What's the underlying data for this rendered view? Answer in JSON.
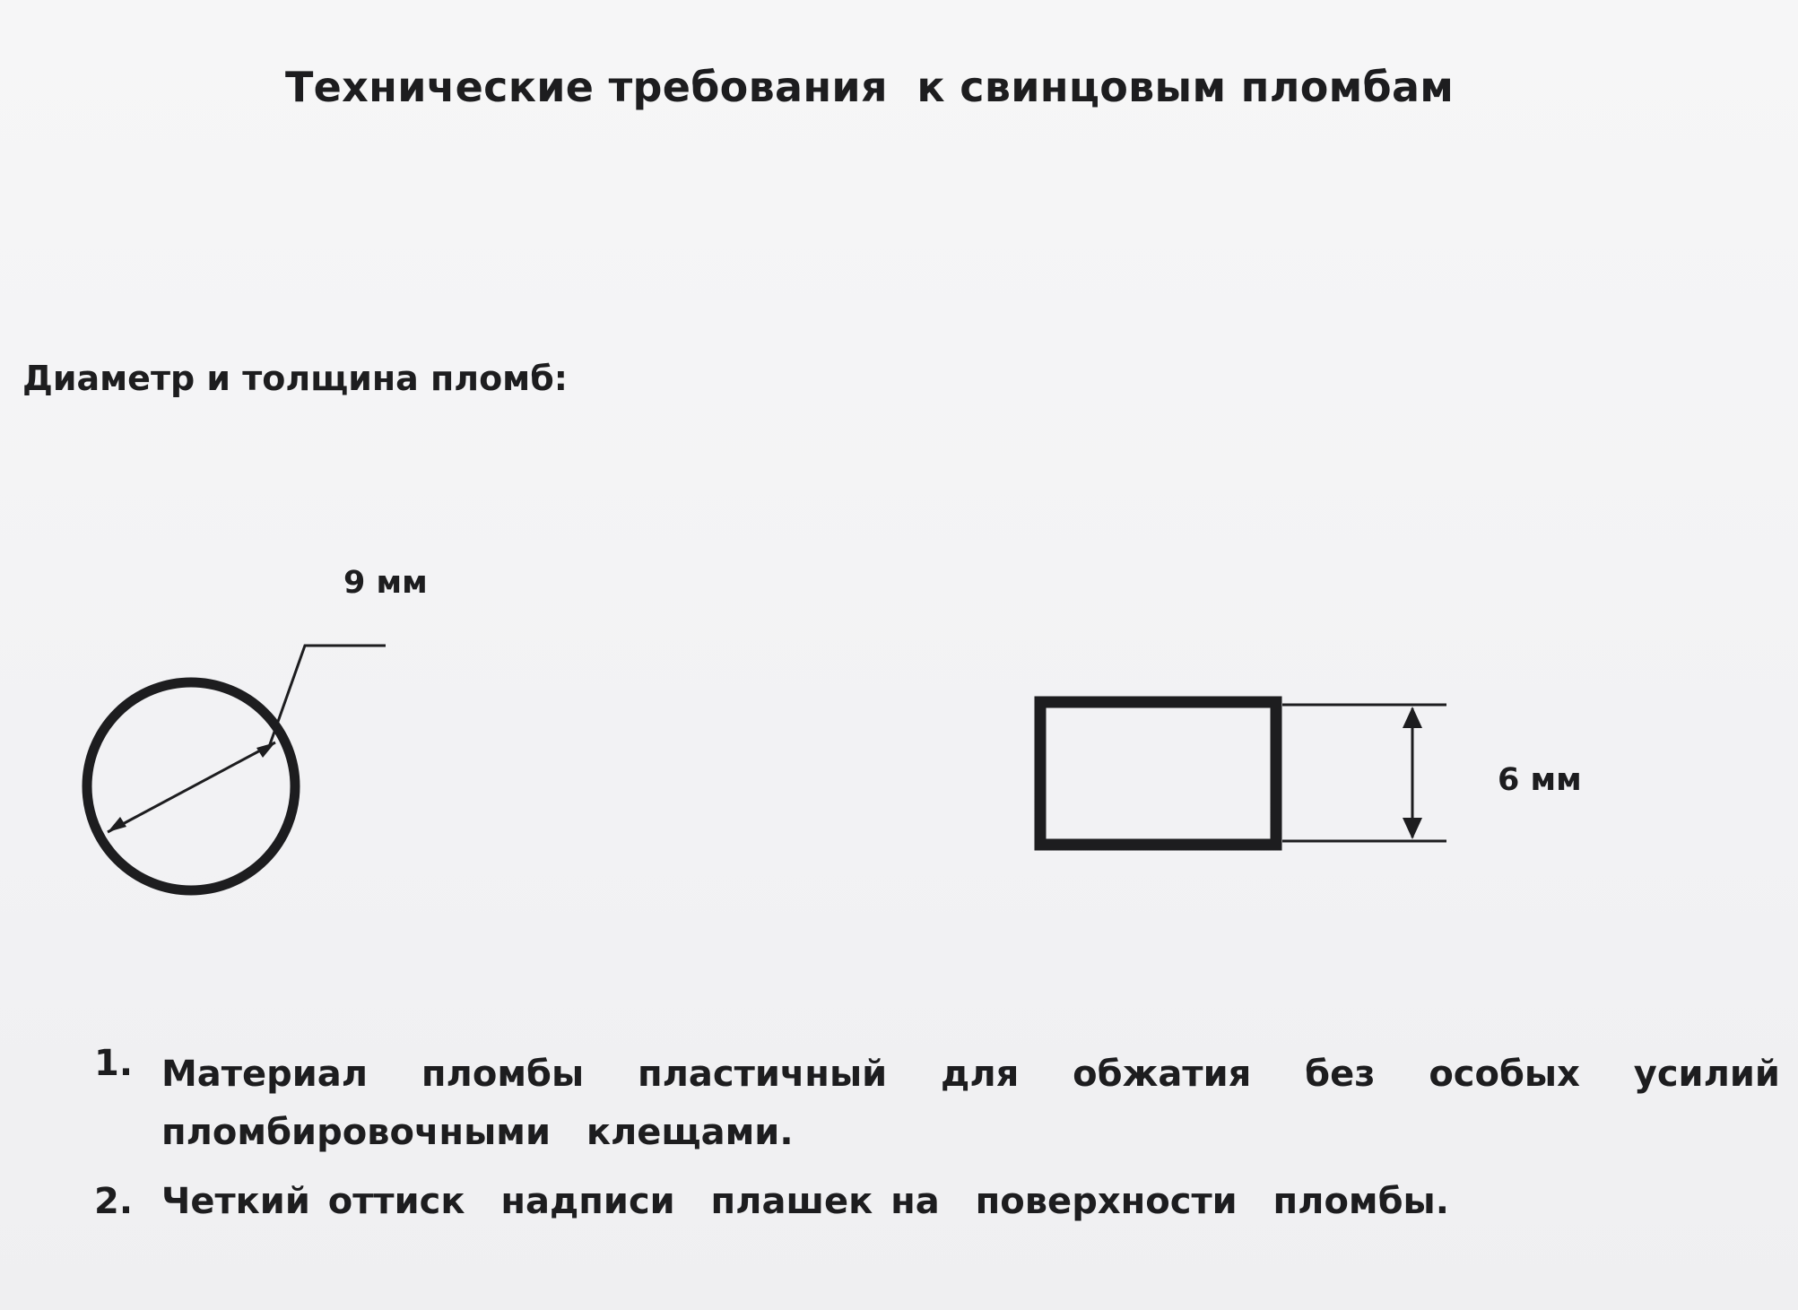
{
  "document": {
    "title": "Технические требования  к свинцовым пломбам",
    "subtitle": "Диаметр и толщина пломб:"
  },
  "figure": {
    "diameter_label": "9 мм",
    "thickness_label": "6 мм"
  },
  "requirements": [
    {
      "number": "1.",
      "line1_words": [
        "Материал",
        "пломбы",
        "пластичный",
        "для",
        "обжатия",
        "без",
        "особых",
        "усилий"
      ],
      "line2": "пломбировочными  клещами."
    },
    {
      "number": "2.",
      "text": "Четкий оттиск  надписи  плашек на  поверхности  пломбы."
    }
  ]
}
